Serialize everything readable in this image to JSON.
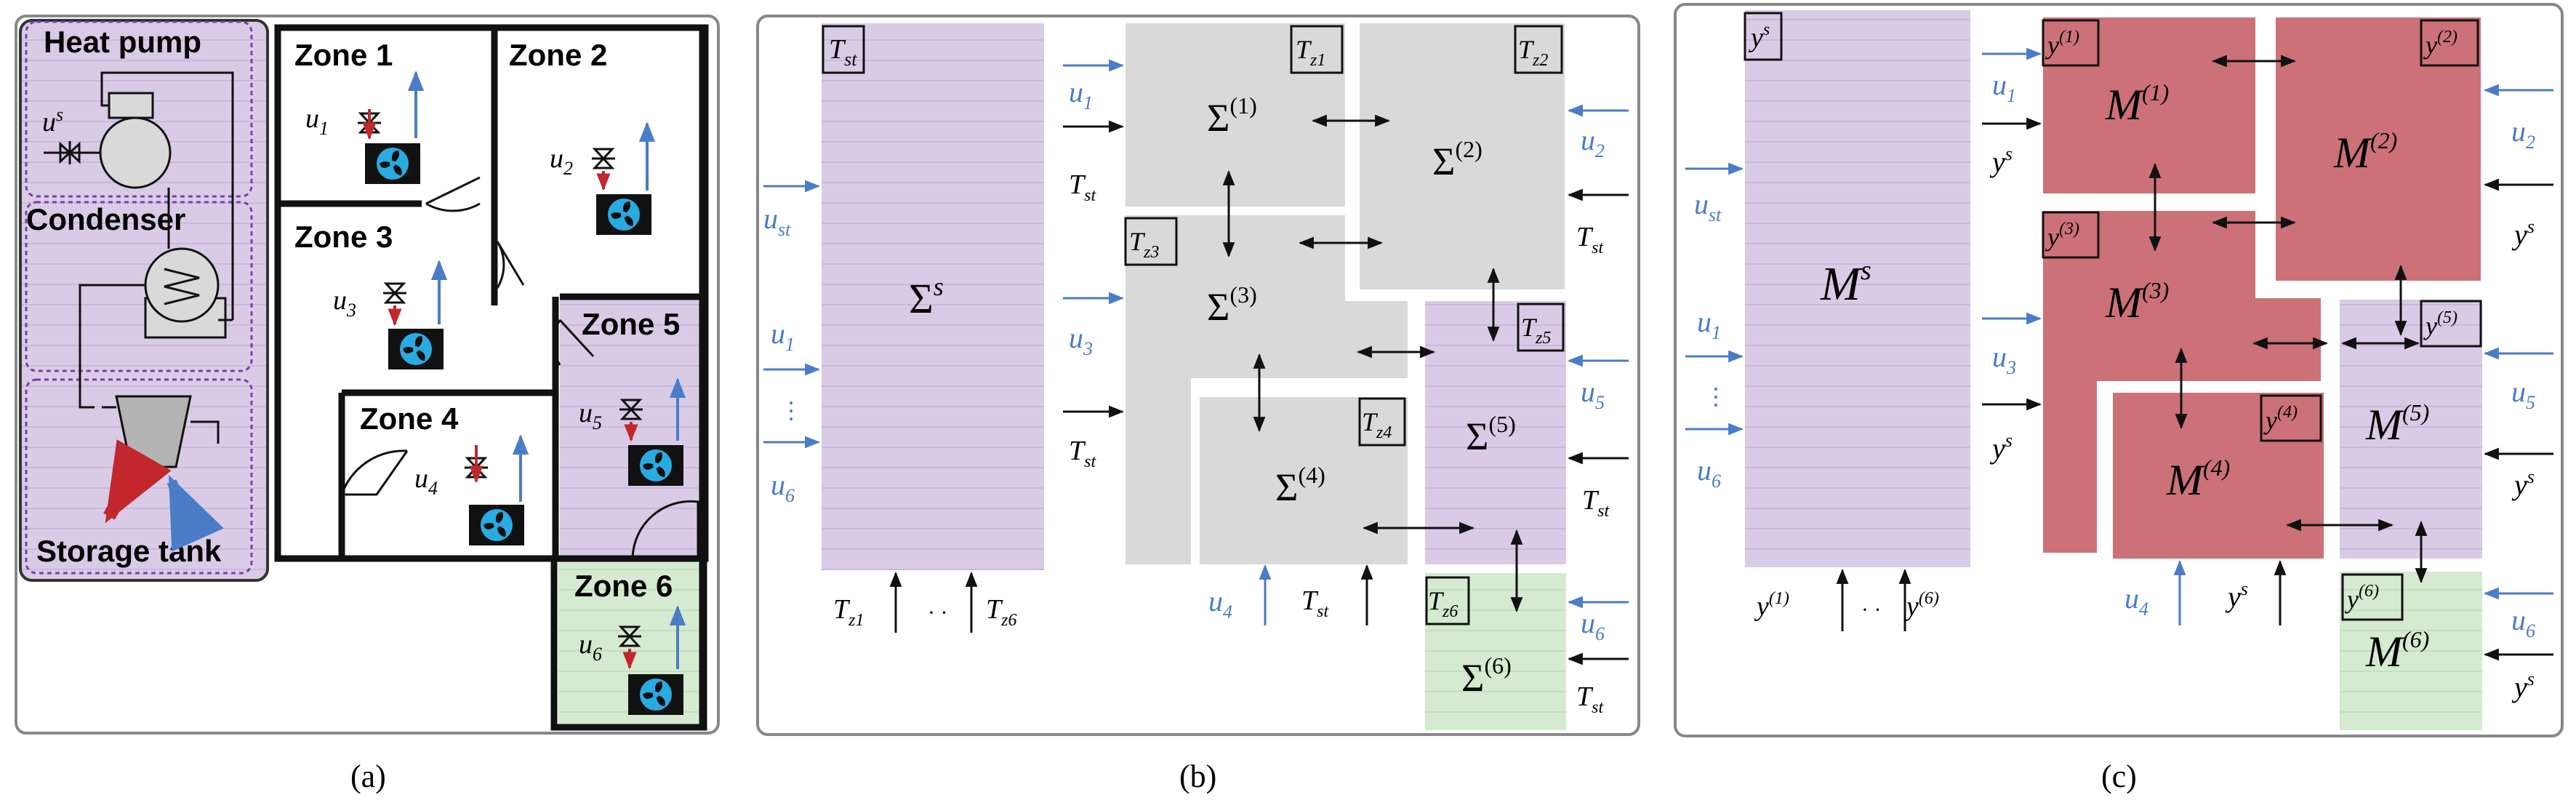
{
  "panels": {
    "a": {
      "caption": "(a)",
      "heat_pump": "Heat pump",
      "condenser": "Condenser",
      "storage": "Storage tank",
      "us": {
        "base": "u",
        "sup": "s"
      },
      "zones": [
        "Zone 1",
        "Zone 2",
        "Zone 3",
        "Zone 4",
        "Zone 5",
        "Zone 6"
      ],
      "inputs": [
        {
          "base": "u",
          "sub": "1"
        },
        {
          "base": "u",
          "sub": "2"
        },
        {
          "base": "u",
          "sub": "3"
        },
        {
          "base": "u",
          "sub": "4"
        },
        {
          "base": "u",
          "sub": "5"
        },
        {
          "base": "u",
          "sub": "6"
        }
      ]
    },
    "b": {
      "caption": "(b)",
      "storage": {
        "tag": {
          "base": "T",
          "sub": "st"
        },
        "label": {
          "base": "Σ",
          "sup": "s"
        }
      },
      "ust": {
        "base": "u",
        "sub": "st"
      },
      "u1": {
        "base": "u",
        "sub": "1"
      },
      "dots": "⋮",
      "u6": {
        "base": "u",
        "sub": "6"
      },
      "bottom_left": {
        "base": "T",
        "sub": "z1"
      },
      "bottom_dots": "· ·",
      "bottom_right": {
        "base": "T",
        "sub": "z6"
      },
      "zones": [
        {
          "tag": {
            "base": "T",
            "sub": "z1"
          },
          "label": {
            "base": "Σ",
            "sup": "(1)"
          },
          "u": {
            "base": "u",
            "sub": "1"
          },
          "t": {
            "base": "T",
            "sub": "st"
          }
        },
        {
          "tag": {
            "base": "T",
            "sub": "z2"
          },
          "label": {
            "base": "Σ",
            "sup": "(2)"
          },
          "u": {
            "base": "u",
            "sub": "2"
          },
          "t": {
            "base": "T",
            "sub": "st"
          }
        },
        {
          "tag": {
            "base": "T",
            "sub": "z3"
          },
          "label": {
            "base": "Σ",
            "sup": "(3)"
          },
          "u": {
            "base": "u",
            "sub": "3"
          },
          "t": {
            "base": "T",
            "sub": "st"
          }
        },
        {
          "tag": {
            "base": "T",
            "sub": "z4"
          },
          "label": {
            "base": "Σ",
            "sup": "(4)"
          },
          "u": {
            "base": "u",
            "sub": "4"
          },
          "t": {
            "base": "T",
            "sub": "st"
          }
        },
        {
          "tag": {
            "base": "T",
            "sub": "z5"
          },
          "label": {
            "base": "Σ",
            "sup": "(5)"
          },
          "u": {
            "base": "u",
            "sub": "5"
          },
          "t": {
            "base": "T",
            "sub": "st"
          }
        },
        {
          "tag": {
            "base": "T",
            "sub": "z6"
          },
          "label": {
            "base": "Σ",
            "sup": "(6)"
          },
          "u": {
            "base": "u",
            "sub": "6"
          },
          "t": {
            "base": "T",
            "sub": "st"
          }
        }
      ]
    },
    "c": {
      "caption": "(c)",
      "storage": {
        "tag": {
          "base": "y",
          "sup": "s"
        },
        "label": {
          "base": "M",
          "sup": "s"
        }
      },
      "ust": {
        "base": "u",
        "sub": "st"
      },
      "u1": {
        "base": "u",
        "sub": "1"
      },
      "dots": "⋮",
      "u6": {
        "base": "u",
        "sub": "6"
      },
      "bottom_left": {
        "base": "y",
        "sup": "(1)"
      },
      "bottom_dots": "· ·",
      "bottom_right": {
        "base": "y",
        "sup": "(6)"
      },
      "zones": [
        {
          "tag": {
            "base": "y",
            "sup": "(1)"
          },
          "label": {
            "base": "M",
            "sup": "(1)"
          },
          "u": {
            "base": "u",
            "sub": "1"
          },
          "t": {
            "base": "y",
            "sup": "s"
          }
        },
        {
          "tag": {
            "base": "y",
            "sup": "(2)"
          },
          "label": {
            "base": "M",
            "sup": "(2)"
          },
          "u": {
            "base": "u",
            "sub": "2"
          },
          "t": {
            "base": "y",
            "sup": "s"
          }
        },
        {
          "tag": {
            "base": "y",
            "sup": "(3)"
          },
          "label": {
            "base": "M",
            "sup": "(3)"
          },
          "u": {
            "base": "u",
            "sub": "3"
          },
          "t": {
            "base": "y",
            "sup": "s"
          }
        },
        {
          "tag": {
            "base": "y",
            "sup": "(4)"
          },
          "label": {
            "base": "M",
            "sup": "(4)"
          },
          "u": {
            "base": "u",
            "sub": "4"
          },
          "t": {
            "base": "y",
            "sup": "s"
          }
        },
        {
          "tag": {
            "base": "y",
            "sup": "(5)"
          },
          "label": {
            "base": "M",
            "sup": "(5)"
          },
          "u": {
            "base": "u",
            "sub": "5"
          },
          "t": {
            "base": "y",
            "sup": "s"
          }
        },
        {
          "tag": {
            "base": "y",
            "sup": "(6)"
          },
          "label": {
            "base": "M",
            "sup": "(6)"
          },
          "u": {
            "base": "u",
            "sub": "6"
          },
          "t": {
            "base": "y",
            "sup": "s"
          }
        }
      ]
    }
  },
  "colors": {
    "purple": "#d9cbe6",
    "green": "#d5ead0",
    "gray": "#d9d9d9",
    "red": "#cc7178",
    "blue_arrow": "#4a7cc7",
    "red_arrow": "#c1272d",
    "fan": "#29abe2"
  }
}
